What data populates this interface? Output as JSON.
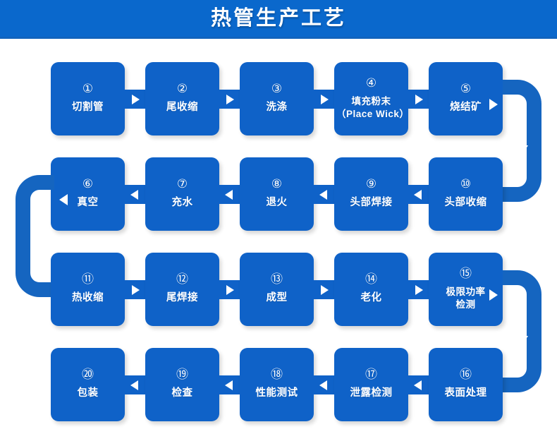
{
  "header": {
    "title": "热管生产工艺",
    "bg_color": "#0a68cc",
    "text_color": "#ffffff"
  },
  "theme": {
    "box_color": "#0f62c8",
    "connector_color": "#1565c0",
    "arrow_color": "#ffffff"
  },
  "diagram": {
    "type": "flowchart",
    "direction": "boustrophedon",
    "rows": 4,
    "columns": 5,
    "total_steps": 20,
    "steps": [
      {
        "number": "①",
        "label": "切割管",
        "row": 1,
        "col": 1
      },
      {
        "number": "②",
        "label": "尾收缩",
        "row": 1,
        "col": 2
      },
      {
        "number": "③",
        "label": "洗涤",
        "row": 1,
        "col": 3
      },
      {
        "number": "④",
        "label": "填充粉末\n（Place Wick）",
        "row": 1,
        "col": 4
      },
      {
        "number": "⑤",
        "label": "烧结矿",
        "row": 1,
        "col": 5
      },
      {
        "number": "⑥",
        "label": "真空",
        "row": 2,
        "col": 1
      },
      {
        "number": "⑦",
        "label": "充水",
        "row": 2,
        "col": 2
      },
      {
        "number": "⑧",
        "label": "退火",
        "row": 2,
        "col": 3
      },
      {
        "number": "⑨",
        "label": "头部焊接",
        "row": 2,
        "col": 4
      },
      {
        "number": "⑩",
        "label": "头部收缩",
        "row": 2,
        "col": 5
      },
      {
        "number": "⑪",
        "label": "热收缩",
        "row": 3,
        "col": 1
      },
      {
        "number": "⑫",
        "label": "尾焊接",
        "row": 3,
        "col": 2
      },
      {
        "number": "⑬",
        "label": "成型",
        "row": 3,
        "col": 3
      },
      {
        "number": "⑭",
        "label": "老化",
        "row": 3,
        "col": 4
      },
      {
        "number": "⑮",
        "label": "极限功率\n检测",
        "row": 3,
        "col": 5
      },
      {
        "number": "⑳",
        "label": "包装",
        "row": 4,
        "col": 1
      },
      {
        "number": "⑲",
        "label": "检查",
        "row": 4,
        "col": 2
      },
      {
        "number": "⑱",
        "label": "性能测试",
        "row": 4,
        "col": 3
      },
      {
        "number": "⑰",
        "label": "泄露检测",
        "row": 4,
        "col": 4
      },
      {
        "number": "⑯",
        "label": "表面处理",
        "row": 4,
        "col": 5
      }
    ],
    "connectors": {
      "row1_direction": "right",
      "row2_direction": "left",
      "row3_direction": "right",
      "row4_direction": "left",
      "wrap_right_rows": "1-2, 3-4",
      "wrap_left_rows": "2-3"
    }
  }
}
